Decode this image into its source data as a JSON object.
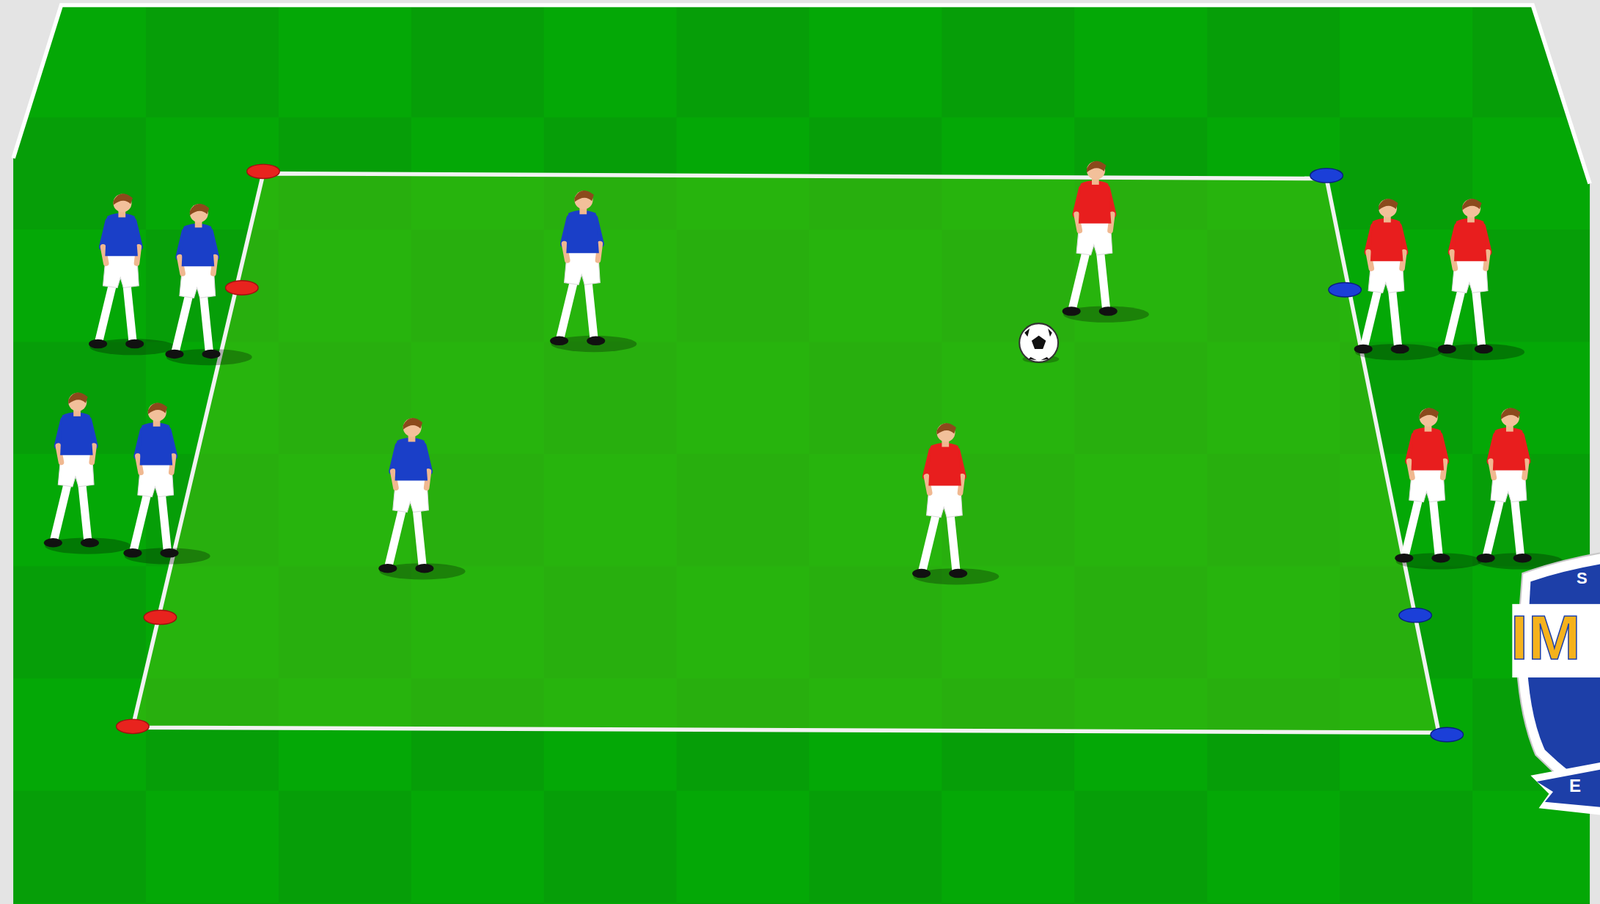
{
  "diagram": {
    "labels": [
      "S",
      "IM",
      "E"
    ]
  }
}
